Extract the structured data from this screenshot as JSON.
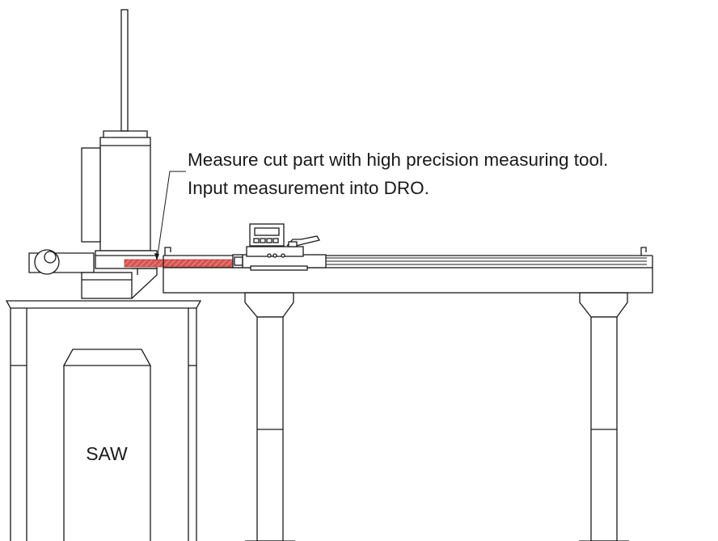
{
  "annotation": {
    "line1": "Measure cut part with high precision measuring tool.",
    "line2": "Input measurement into DRO."
  },
  "labels": {
    "saw": "SAW"
  },
  "colors": {
    "cut_part": "#d9534f",
    "line": "#1a1a1a",
    "background": "#ffffff"
  }
}
